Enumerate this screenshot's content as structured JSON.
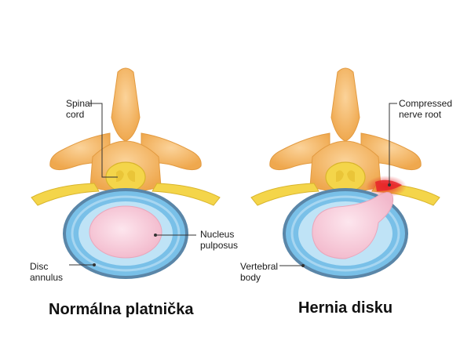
{
  "left_panel": {
    "caption": "Normálna platnička",
    "labels": {
      "spinal_cord": [
        "Spinal",
        "cord"
      ],
      "nucleus_pulposus": [
        "Nucleus",
        "pulposus"
      ],
      "disc_annulus": [
        "Disc",
        "annulus"
      ]
    }
  },
  "right_panel": {
    "caption": "Hernia disku",
    "labels": {
      "compressed_nerve_root": [
        "Compressed",
        "nerve root"
      ],
      "vertebral_body": [
        "Vertebral",
        "body"
      ]
    }
  },
  "colors": {
    "bone": "#f6b766",
    "bone_shadow": "#e39a3e",
    "nerve": "#f4d54a",
    "disc_outer": "#79c0e8",
    "disc_inner": "#bfe3f6",
    "nucleus": "#f7c9d7",
    "compression": "#e8252a"
  }
}
